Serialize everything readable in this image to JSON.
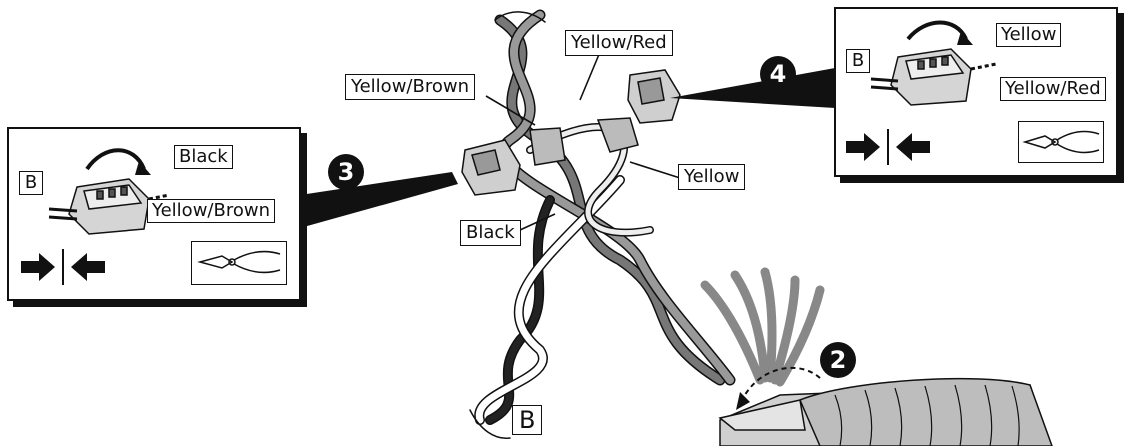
{
  "labels": {
    "yellow_red": "Yellow/Red",
    "yellow_brown": "Yellow/Brown",
    "yellow": "Yellow",
    "black": "Black",
    "b": "B"
  },
  "steps": {
    "step2": "2",
    "step3": "3",
    "step4": "4"
  },
  "panel3": {
    "label_b": "B",
    "label_black": "Black",
    "label_yellow_brown": "Yellow/Brown"
  },
  "panel4": {
    "label_b": "B",
    "label_yellow": "Yellow",
    "label_yellow_red": "Yellow/Red"
  },
  "icons": [
    "crimp-arrows-icon",
    "pliers-icon",
    "connector-icon",
    "rotate-arrow-icon",
    "cable-bundle-icon"
  ]
}
